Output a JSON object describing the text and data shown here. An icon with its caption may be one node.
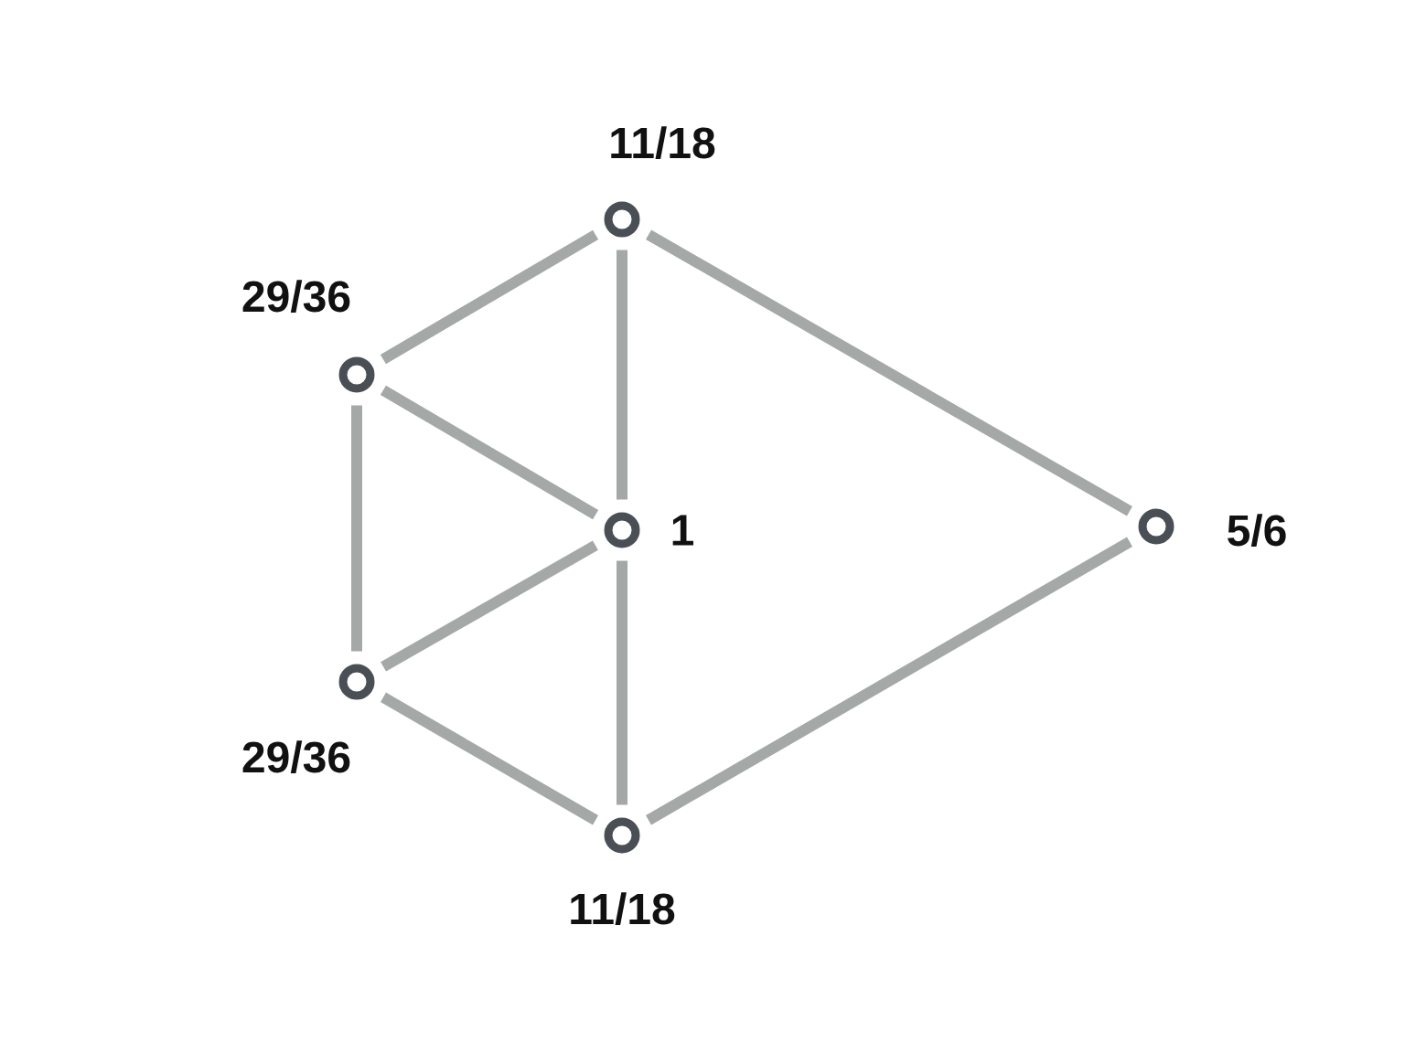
{
  "diagram": {
    "nodes": [
      {
        "text": [],
        "shape": "circle",
        "beside": [
          "11/18"
        ]
      },
      {
        "text": [],
        "shape": "circle",
        "beside": [
          "29/36"
        ]
      },
      {
        "text": [],
        "shape": "circle",
        "beside": [
          "1"
        ]
      },
      {
        "text": [],
        "shape": "circle",
        "beside": [
          "5/6"
        ]
      },
      {
        "text": [],
        "shape": "circle",
        "beside": [
          "29/36"
        ]
      },
      {
        "text": [],
        "shape": "circle",
        "beside": [
          "11/18"
        ]
      }
    ],
    "edges": [
      {
        "from": 0,
        "to": 1,
        "arrow": "none"
      },
      {
        "from": 0,
        "to": 2,
        "arrow": "none"
      },
      {
        "from": 0,
        "to": 3,
        "arrow": "none"
      },
      {
        "from": 1,
        "to": 2,
        "arrow": "none"
      },
      {
        "from": 1,
        "to": 4,
        "arrow": "none"
      },
      {
        "from": 2,
        "to": 4,
        "arrow": "none"
      },
      {
        "from": 2,
        "to": 5,
        "arrow": "none"
      },
      {
        "from": 4,
        "to": 5,
        "arrow": "none"
      },
      {
        "from": 5,
        "to": 3,
        "arrow": "none"
      }
    ]
  }
}
